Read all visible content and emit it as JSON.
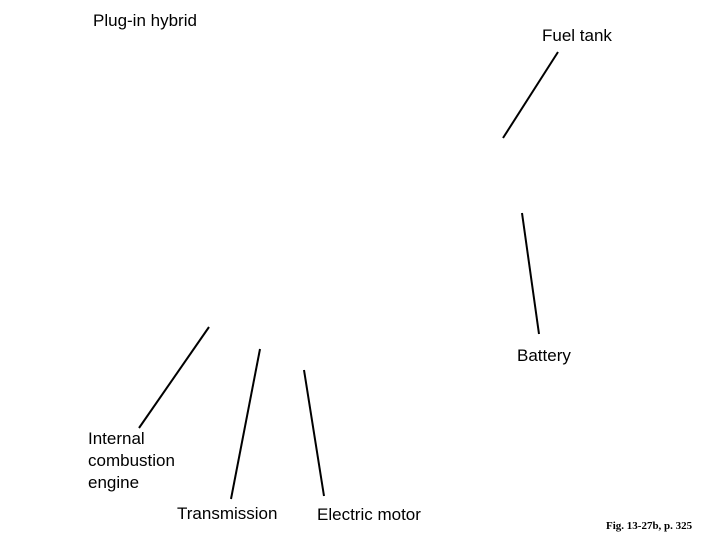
{
  "title": "Plug-in hybrid",
  "labels": {
    "fuel_tank": "Fuel tank",
    "battery": "Battery",
    "engine_line1": "Internal",
    "engine_line2": "combustion",
    "engine_line3": "engine",
    "transmission": "Transmission",
    "electric_motor": "Electric motor"
  },
  "caption": "Fig. 13-27b, p. 325"
}
